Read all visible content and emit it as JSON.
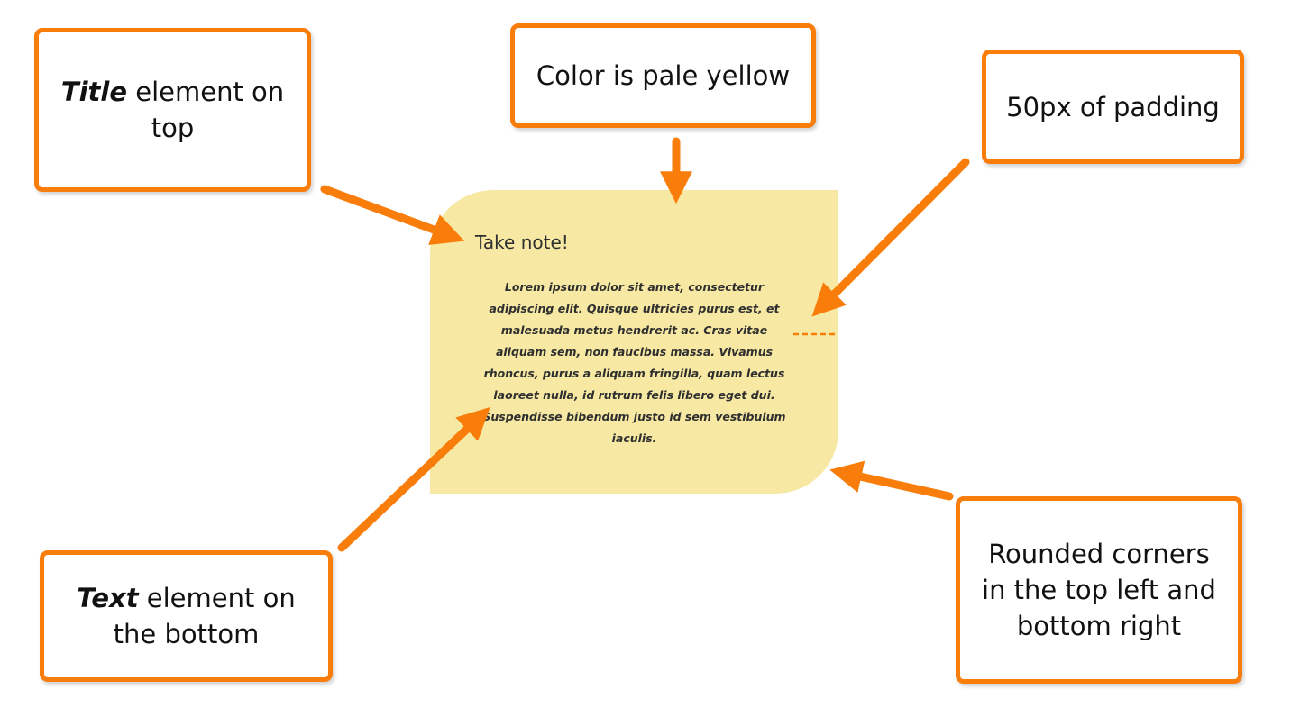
{
  "note": {
    "title": "Take note!",
    "text": "Lorem ipsum dolor sit amet, consectetur adipiscing elit. Quisque ultricies purus est, et malesuada metus hendrerit ac. Cras vitae aliquam sem, non faucibus massa. Vivamus rhoncus, purus a aliquam fringilla, quam lectus laoreet nulla, id rutrum felis libero eget dui. Suspendisse bibendum justo id sem vestibulum iaculis."
  },
  "callouts": {
    "title": {
      "emphasis": "Title",
      "rest": " element on top"
    },
    "color": {
      "text": "Color is pale yellow"
    },
    "padding": {
      "text": "50px of padding"
    },
    "text": {
      "emphasis": "Text",
      "rest": " element on the bottom"
    },
    "rounded": {
      "text": "Rounded corners in the top left and bottom right"
    }
  },
  "colors": {
    "accent": "#f97d0b",
    "note_background": "#f7e8a3",
    "page_background": "#ffffff"
  }
}
